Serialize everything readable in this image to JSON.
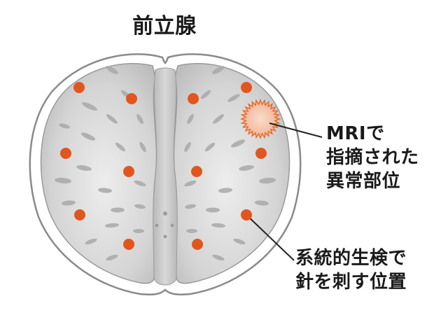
{
  "title": "前立腺",
  "mri_label": {
    "lines": [
      "MRIで",
      "指摘された",
      "異常部位"
    ]
  },
  "biopsy_label": {
    "lines": [
      "系統的生検で",
      "針を刺す位置"
    ]
  },
  "colors": {
    "biopsy_point": "#e2561e",
    "lesion_fill": "#f3c2a6",
    "lesion_stroke": "#ea6a2c",
    "gland_fill": "#cfcfcf",
    "capsule": "#8a8a8a",
    "leader_line": "#222222"
  },
  "biopsy_point_count": 12
}
